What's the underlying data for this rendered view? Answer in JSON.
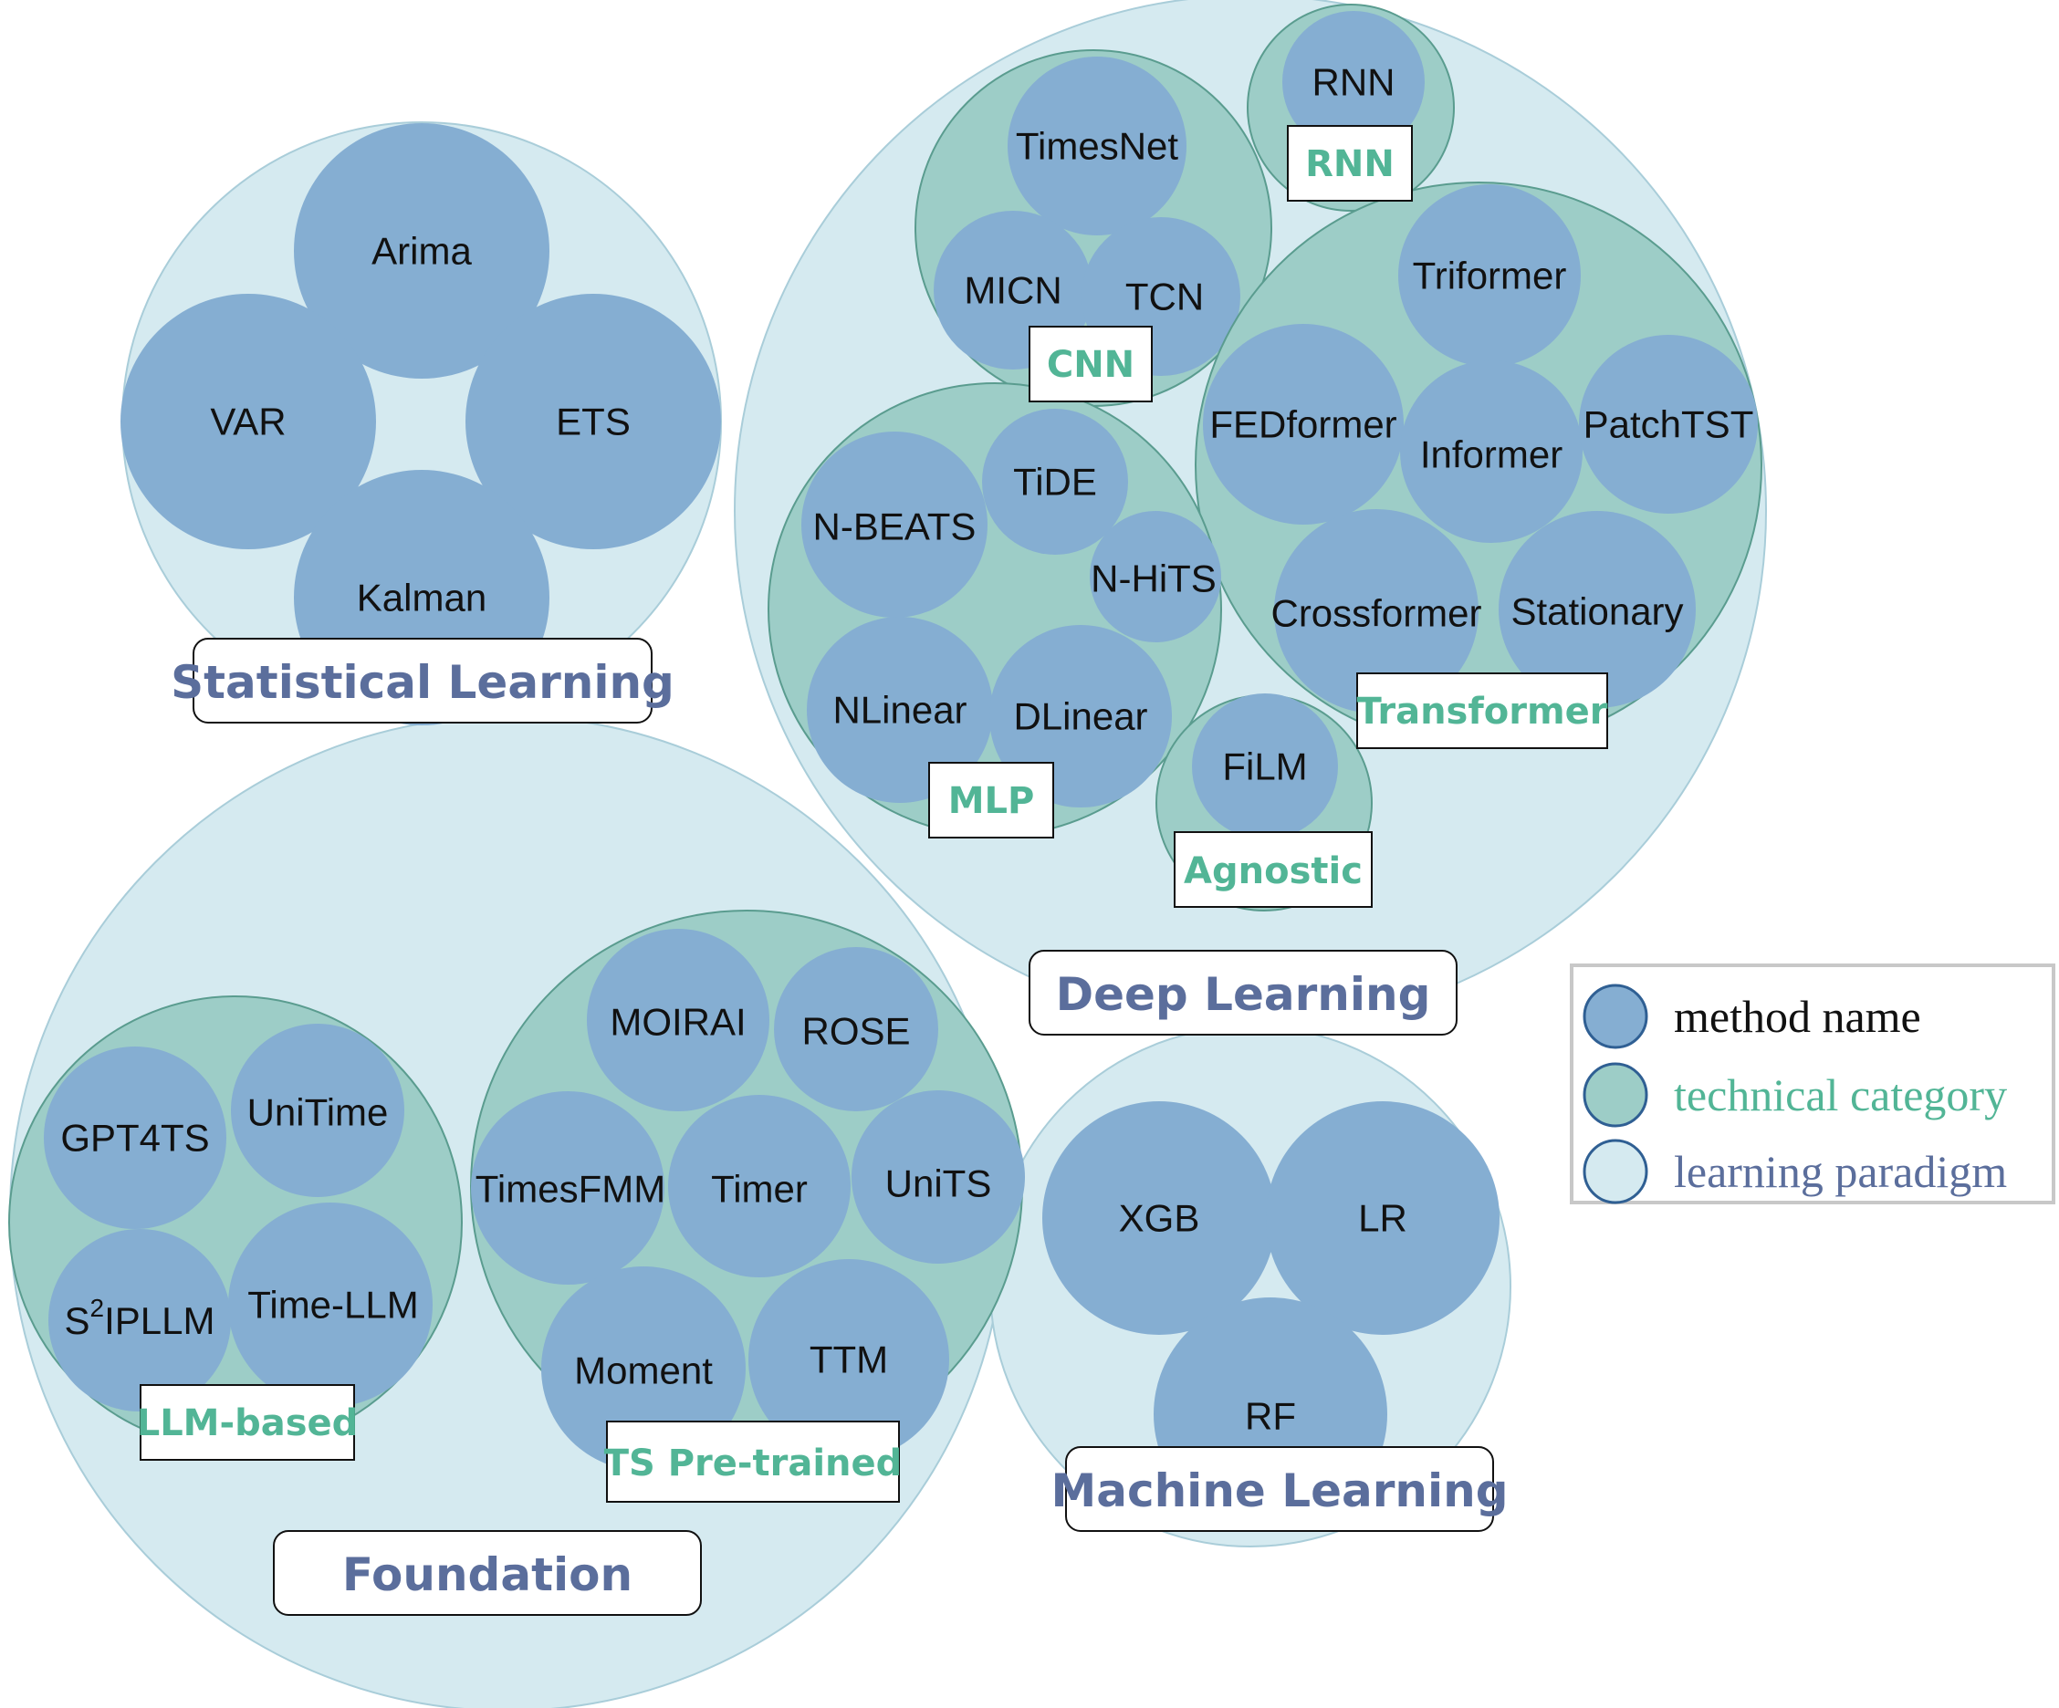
{
  "paradigms": {
    "statistical": "Statistical Learning",
    "deep": "Deep Learning",
    "foundation": "Foundation",
    "machine": "Machine Learning"
  },
  "categories": {
    "rnn": "RNN",
    "cnn": "CNN",
    "transformer": "Transformer",
    "mlp": "MLP",
    "agnostic": "Agnostic",
    "llm": "LLM-based",
    "ts_pretrained": "TS Pre-trained"
  },
  "methods": {
    "arima": "Arima",
    "var": "VAR",
    "ets": "ETS",
    "kalman": "Kalman",
    "rnn": "RNN",
    "timesnet": "TimesNet",
    "micn": "MICN",
    "tcn": "TCN",
    "triformer": "Triformer",
    "fedformer": "FEDformer",
    "informer": "Informer",
    "patchtst": "PatchTST",
    "crossformer": "Crossformer",
    "stationary": "Stationary",
    "tide": "TiDE",
    "nbeats": "N-BEATS",
    "nhits": "N-HiTS",
    "nlinear": "NLinear",
    "dlinear": "DLinear",
    "film": "FiLM",
    "gpt4ts": "GPT4TS",
    "unitime": "UniTime",
    "s2ipllm_prefix": "S",
    "s2ipllm_sup": "2",
    "s2ipllm_suffix": "IPLLM",
    "timellm": "Time-LLM",
    "moirai": "MOIRAI",
    "rose": "ROSE",
    "timesfmm": "TimesFMM",
    "timer": "Timer",
    "units": "UniTS",
    "moment": "Moment",
    "ttm": "TTM",
    "xgb": "XGB",
    "lr": "LR",
    "rf": "RF"
  },
  "legend": {
    "method": "method name",
    "category": "technical category",
    "paradigm": "learning paradigm"
  },
  "colors": {
    "paradigm_fill": "#d5eaf0",
    "category_fill": "#9dcdc7",
    "method_fill": "#85aed2",
    "category_text": "#52b596",
    "paradigm_text": "#5b6e9c"
  }
}
